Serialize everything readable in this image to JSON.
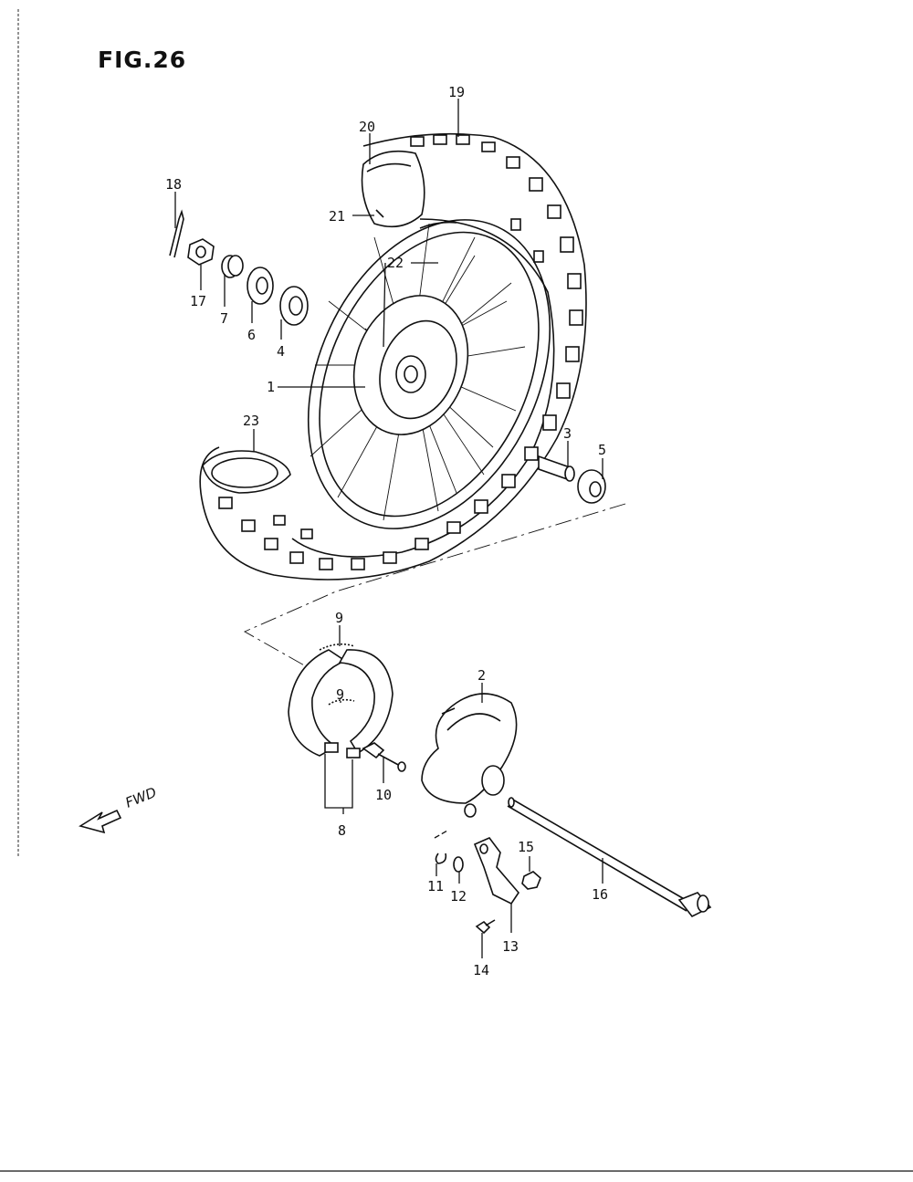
{
  "figure": {
    "title": "FIG.26",
    "direction_label": "FWD"
  },
  "callouts": [
    {
      "id": "c1",
      "label": "1"
    },
    {
      "id": "c2",
      "label": "2"
    },
    {
      "id": "c3",
      "label": "3"
    },
    {
      "id": "c4",
      "label": "4"
    },
    {
      "id": "c5",
      "label": "5"
    },
    {
      "id": "c6",
      "label": "6"
    },
    {
      "id": "c7",
      "label": "7"
    },
    {
      "id": "c8",
      "label": "8"
    },
    {
      "id": "c9a",
      "label": "9"
    },
    {
      "id": "c9b",
      "label": "9"
    },
    {
      "id": "c10",
      "label": "10"
    },
    {
      "id": "c11",
      "label": "11"
    },
    {
      "id": "c12",
      "label": "12"
    },
    {
      "id": "c13",
      "label": "13"
    },
    {
      "id": "c14",
      "label": "14"
    },
    {
      "id": "c15",
      "label": "15"
    },
    {
      "id": "c16",
      "label": "16"
    },
    {
      "id": "c17",
      "label": "17"
    },
    {
      "id": "c18",
      "label": "18"
    },
    {
      "id": "c19",
      "label": "19"
    },
    {
      "id": "c20",
      "label": "20"
    },
    {
      "id": "c21",
      "label": "21"
    },
    {
      "id": "c22",
      "label": "22"
    },
    {
      "id": "c23",
      "label": "23"
    }
  ]
}
